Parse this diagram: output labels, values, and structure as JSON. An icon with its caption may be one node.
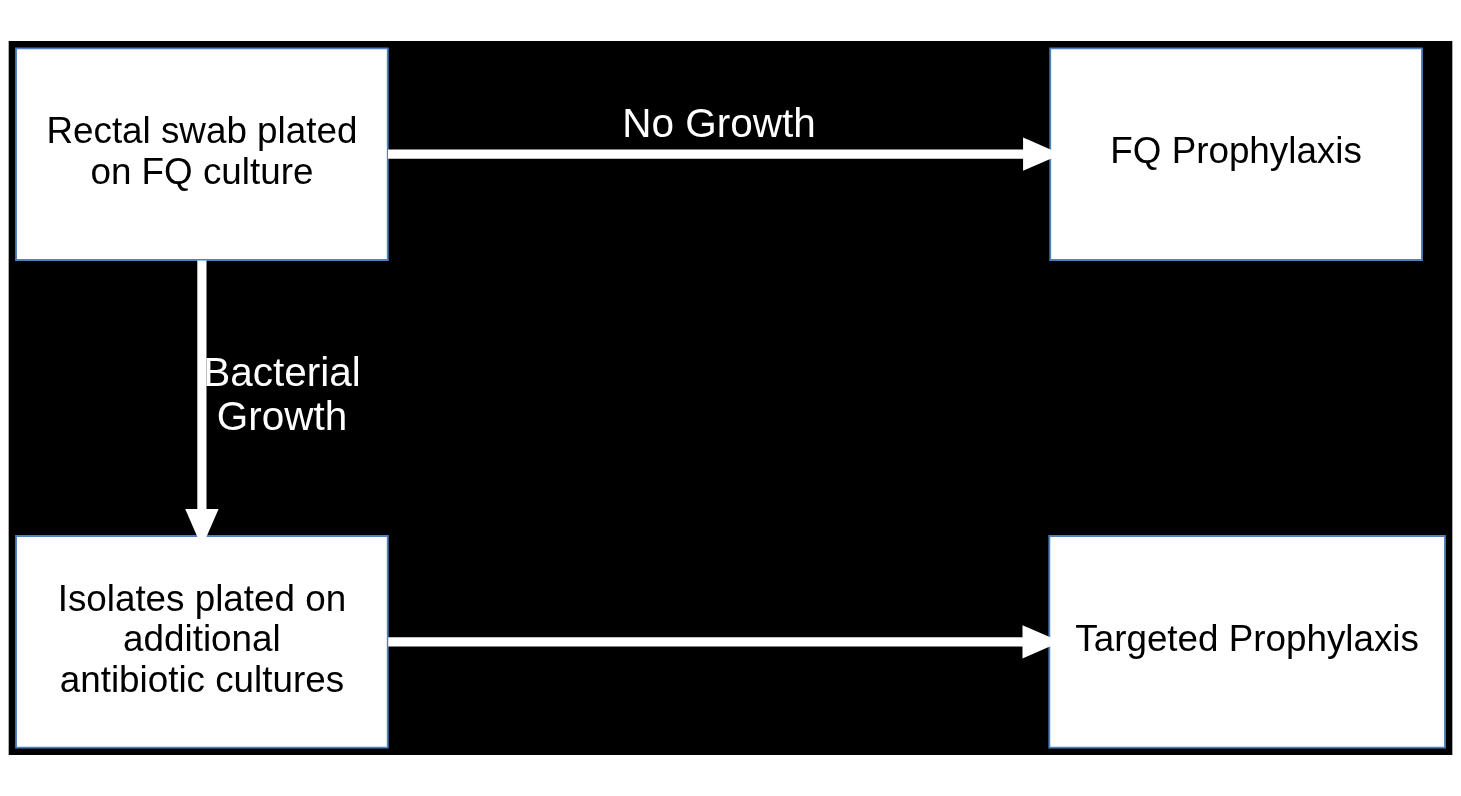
{
  "diagram": {
    "nodes": [
      {
        "text": [
          "Rectal swab plated on FQ culture"
        ]
      },
      {
        "text": [
          "FQ Prophylaxis"
        ]
      },
      {
        "text": [
          "Isolates plated on additional antibiotic cultures"
        ]
      },
      {
        "text": [
          "Targeted Prophylaxis"
        ]
      }
    ],
    "edges": [
      {
        "from": 0,
        "to": 1,
        "arrow": "to",
        "label": "No Growth"
      },
      {
        "from": 0,
        "to": 2,
        "arrow": "to",
        "label": "Bacterial Growth"
      },
      {
        "from": 2,
        "to": 3,
        "arrow": "to"
      }
    ]
  }
}
